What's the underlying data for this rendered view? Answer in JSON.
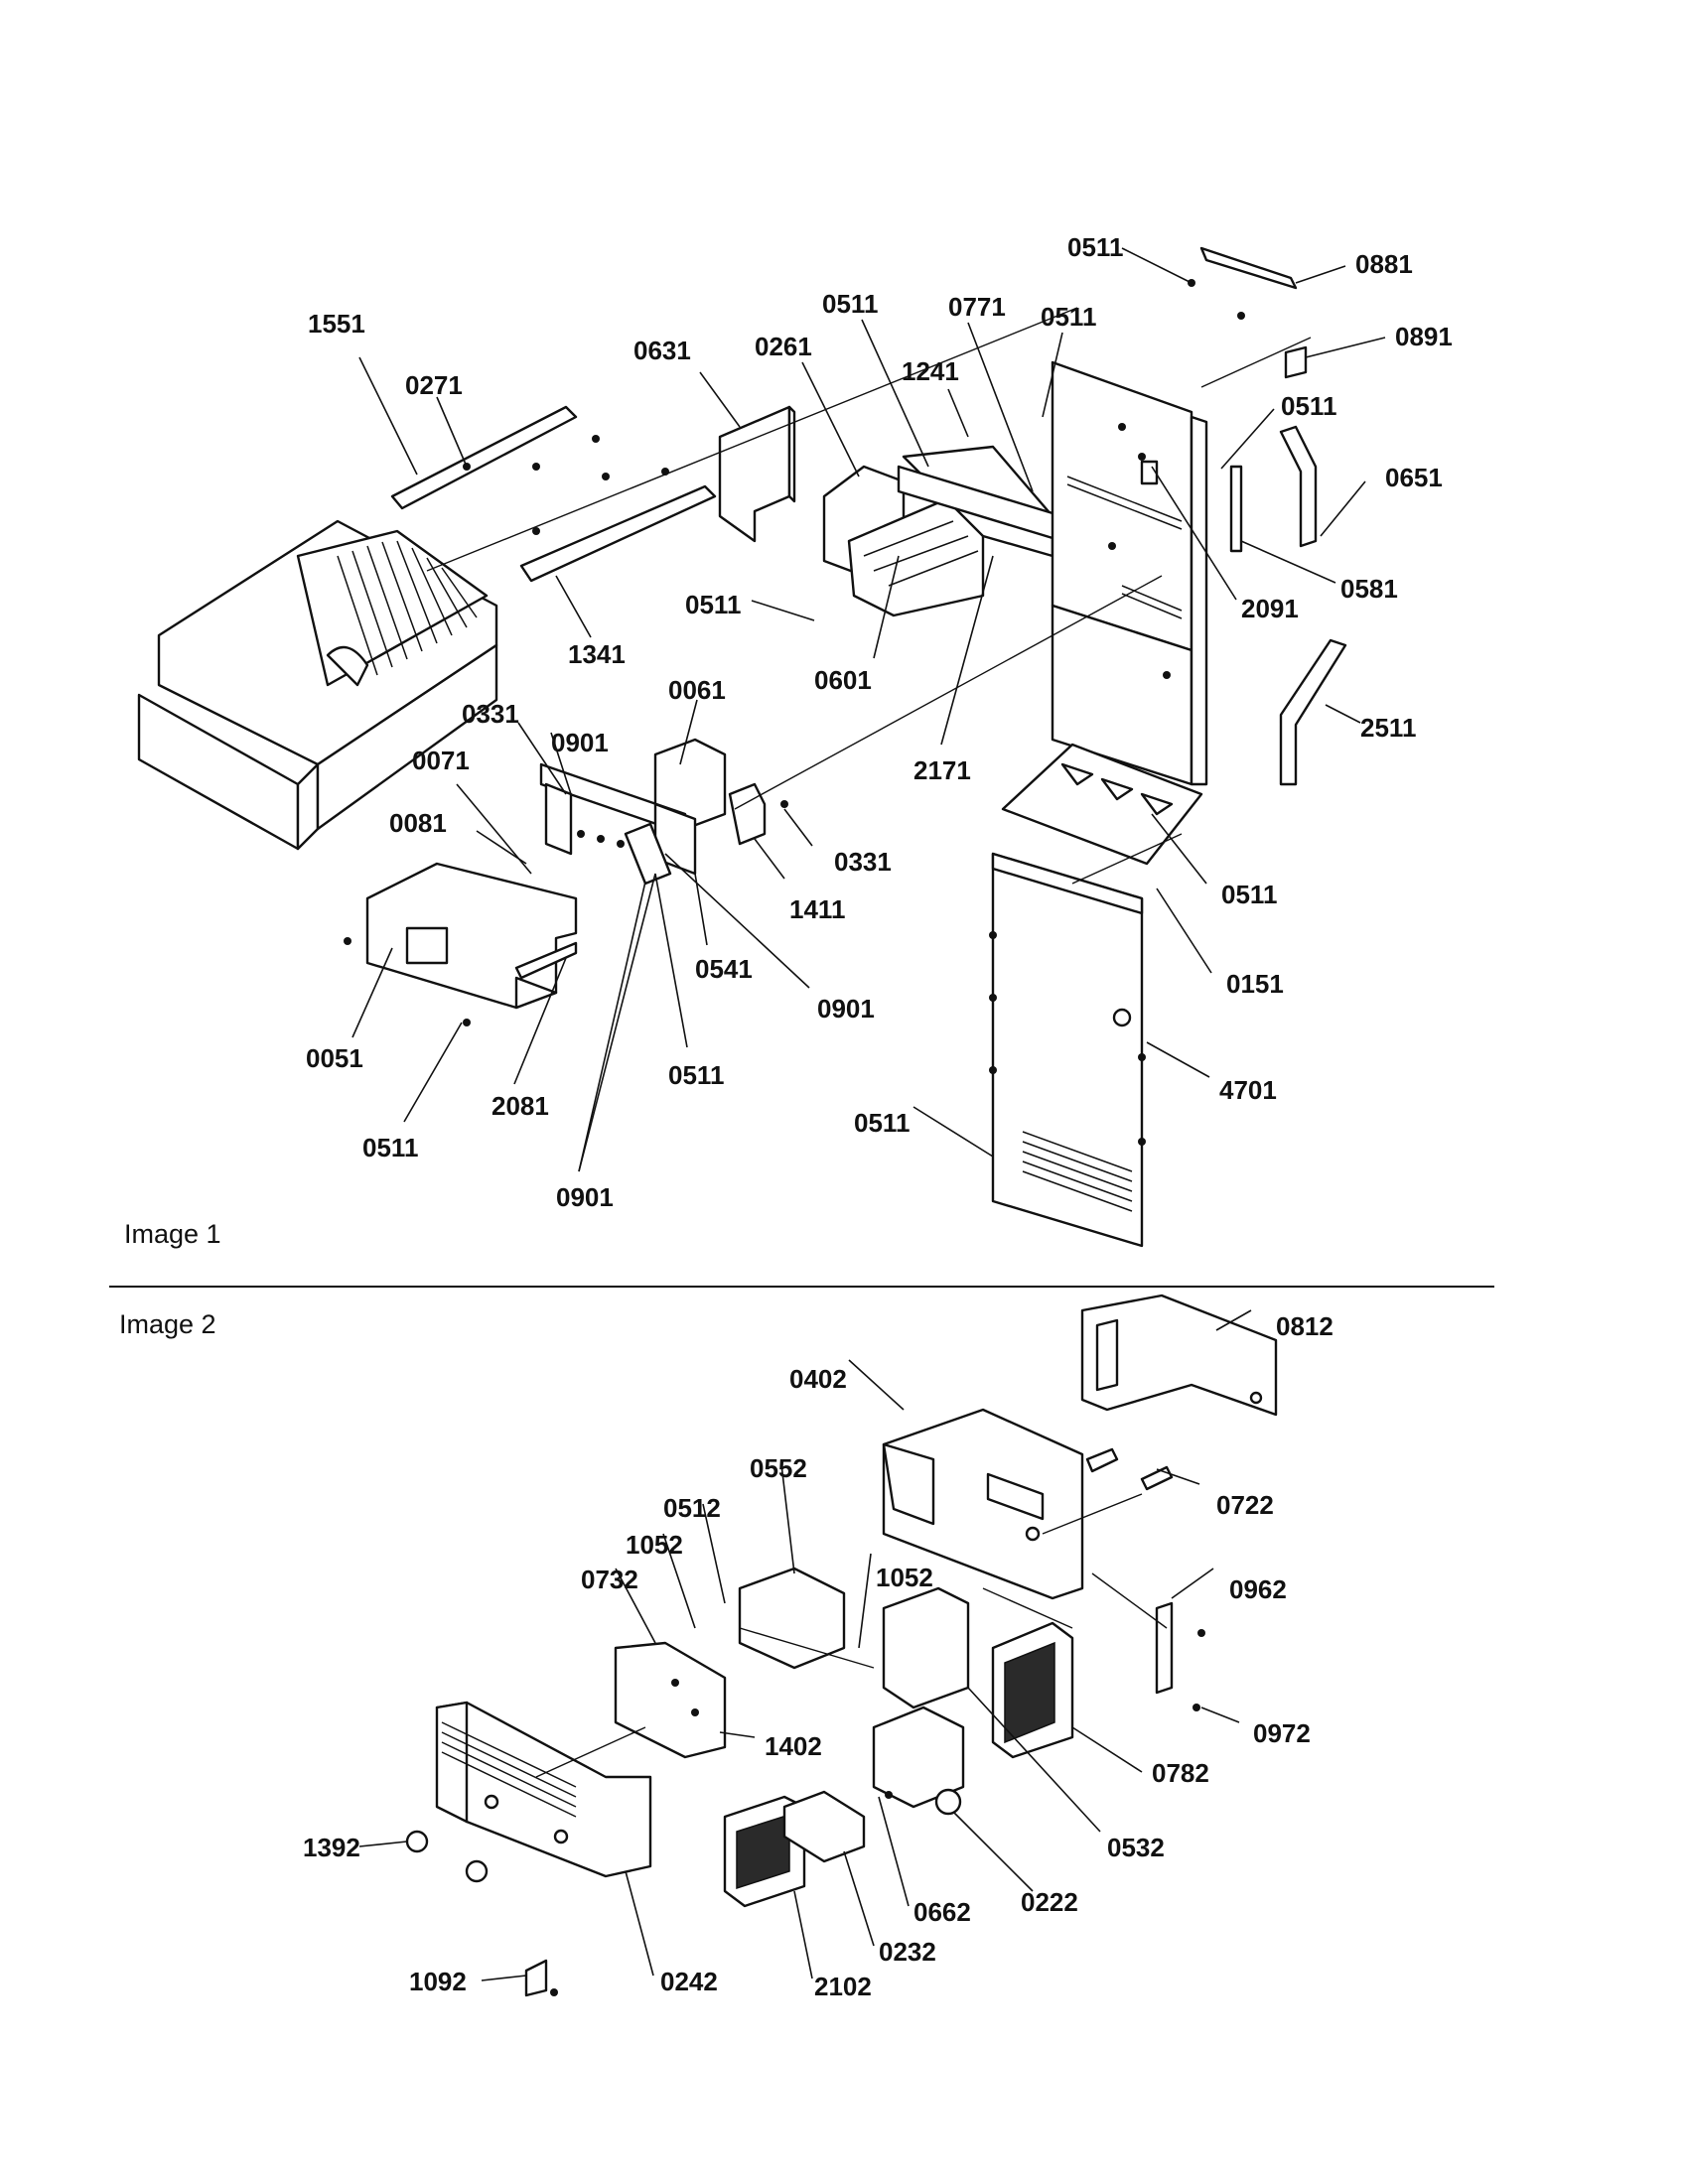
{
  "captions": {
    "image1": "Image 1",
    "image2": "Image 2"
  },
  "image1_labels": [
    "1551",
    "0271",
    "1341",
    "0631",
    "0261",
    "0511",
    "0771",
    "1241",
    "0511",
    "0511",
    "0881",
    "0891",
    "0511",
    "0651",
    "0581",
    "2091",
    "0511",
    "0601",
    "2171",
    "2511",
    "0061",
    "0331",
    "0901",
    "0071",
    "0081",
    "0331",
    "1411",
    "0541",
    "0901",
    "0511",
    "0151",
    "0051",
    "2081",
    "0511",
    "0511",
    "0901",
    "4701",
    "0511"
  ],
  "image2_labels": [
    "0812",
    "0402",
    "0722",
    "0552",
    "0512",
    "1052",
    "0732",
    "1052",
    "0962",
    "0972",
    "1402",
    "0782",
    "0532",
    "1392",
    "0662",
    "0222",
    "0232",
    "1092",
    "0242",
    "2102"
  ]
}
